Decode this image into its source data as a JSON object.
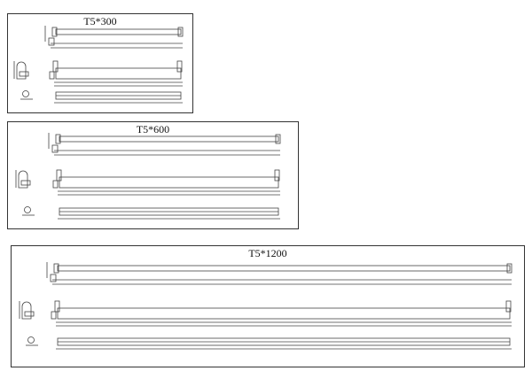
{
  "panels": [
    {
      "title": "T5*300"
    },
    {
      "title": "T5*600"
    },
    {
      "title": "T5*1200"
    }
  ]
}
